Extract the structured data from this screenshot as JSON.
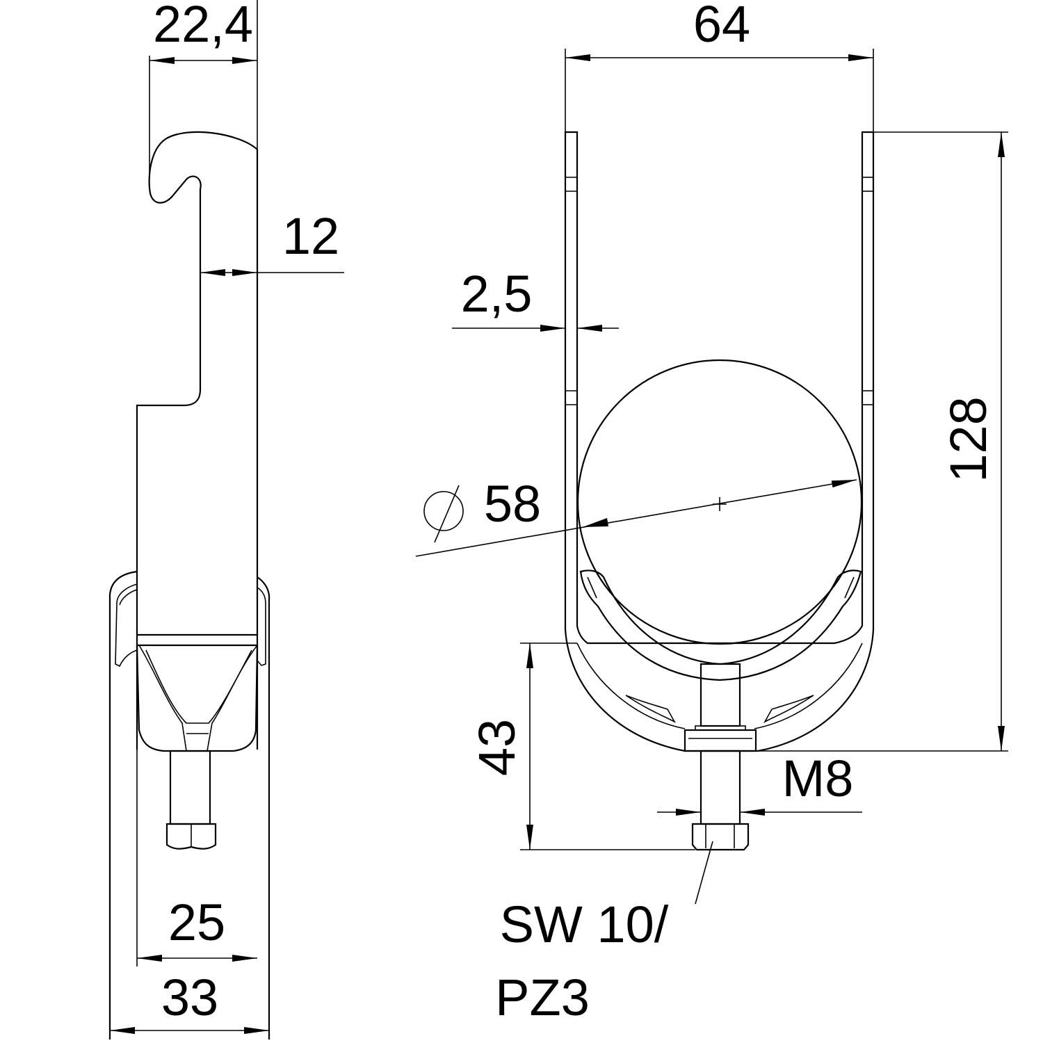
{
  "drawing": {
    "side_view": {
      "dim_top_width": "22,4",
      "dim_hook_thickness": "12",
      "dim_inner_width": "25",
      "dim_outer_width": "33"
    },
    "front_view": {
      "dim_width": "64",
      "dim_height": "128",
      "dim_strap_thickness": "2,5",
      "dim_diameter_symbol": "⌀",
      "dim_diameter": "58",
      "dim_bolt_height": "43",
      "dim_thread": "M8",
      "label_tool_line1": "SW 10/",
      "label_tool_line2": "PZ3"
    }
  }
}
